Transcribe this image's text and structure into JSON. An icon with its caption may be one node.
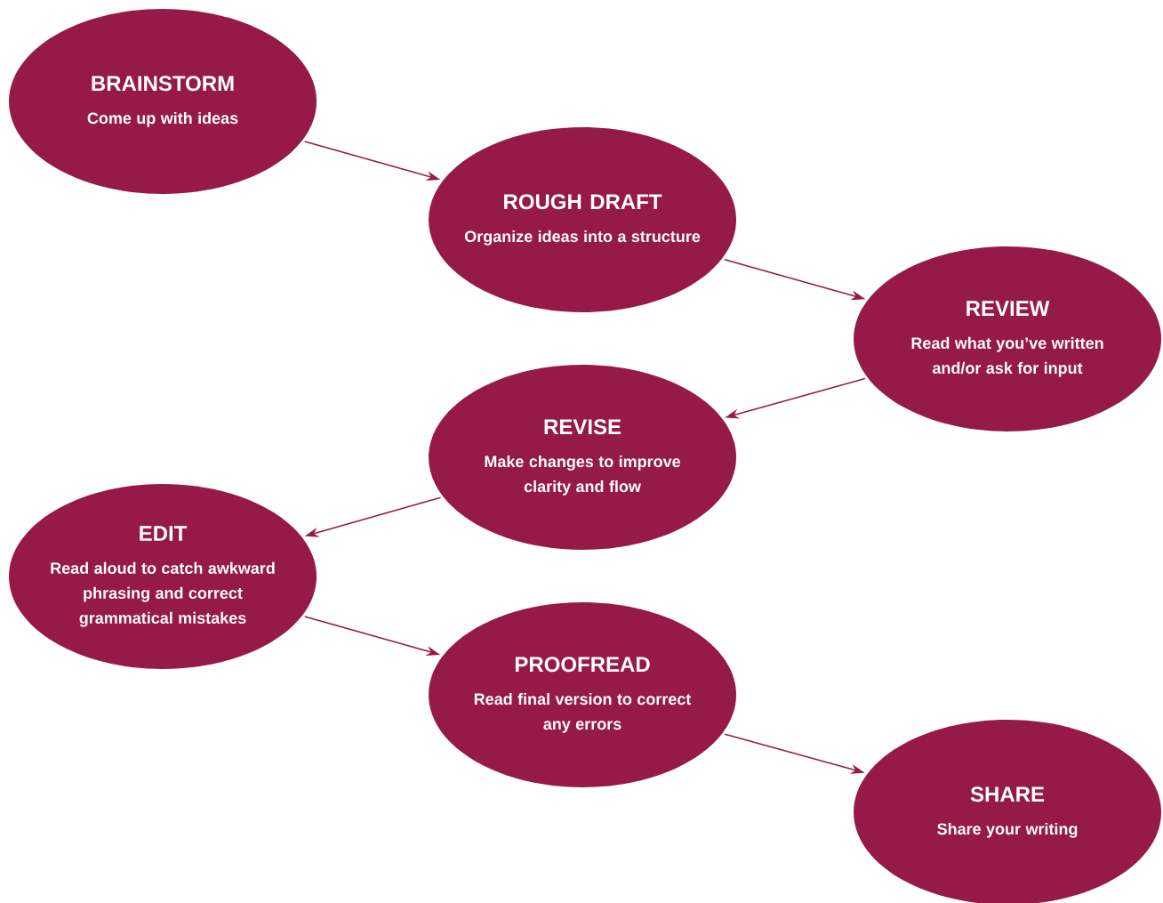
{
  "diagram": {
    "nodes": [
      {
        "text": [
          "BRAINSTORM",
          "Come up with ideas"
        ]
      },
      {
        "text": [
          "ROUGH DRAFT",
          "Organize ideas into a structure"
        ]
      },
      {
        "text": [
          "REVIEW",
          "Read what you’ve written and/or ask for input"
        ]
      },
      {
        "text": [
          "REVISE",
          "Make changes to improve clarity and flow"
        ]
      },
      {
        "text": [
          "EDIT",
          "Read aloud to catch awkward phrasing and correct grammatical mistakes"
        ]
      },
      {
        "text": [
          "PROOFREAD",
          "Read final version to correct any errors"
        ]
      },
      {
        "text": [
          "SHARE",
          "Share your writing"
        ]
      }
    ],
    "edges": [
      {
        "from": 0,
        "to": 1,
        "arrow": "to"
      },
      {
        "from": 1,
        "to": 2,
        "arrow": "to"
      },
      {
        "from": 2,
        "to": 3,
        "arrow": "to"
      },
      {
        "from": 3,
        "to": 4,
        "arrow": "to"
      },
      {
        "from": 4,
        "to": 5,
        "arrow": "to"
      },
      {
        "from": 5,
        "to": 6,
        "arrow": "to"
      }
    ]
  }
}
